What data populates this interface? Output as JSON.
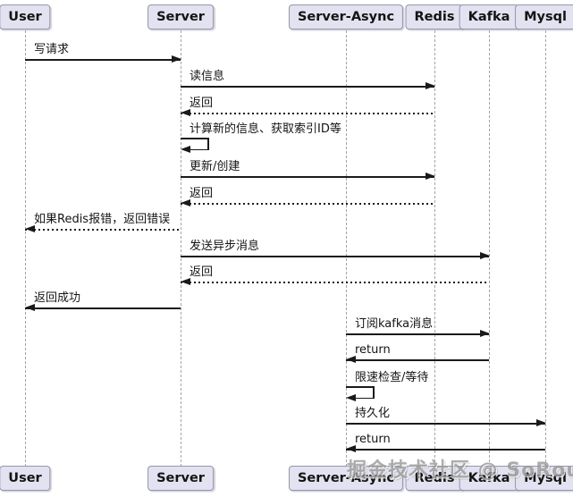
{
  "diagram": {
    "type": "sequence",
    "participants": [
      {
        "label": "User"
      },
      {
        "label": "Server"
      },
      {
        "label": "Server-Async"
      },
      {
        "label": "Redis"
      },
      {
        "label": "Kafka"
      },
      {
        "label": "Mysql"
      }
    ],
    "messages": [
      {
        "label": "写请求",
        "from": "User",
        "to": "Server",
        "style": "solid"
      },
      {
        "label": "读信息",
        "from": "Server",
        "to": "Redis",
        "style": "solid"
      },
      {
        "label": "返回",
        "from": "Redis",
        "to": "Server",
        "style": "dashed"
      },
      {
        "label": "计算新的信息、获取索引ID等",
        "from": "Server",
        "to": "Server",
        "style": "self"
      },
      {
        "label": "更新/创建",
        "from": "Server",
        "to": "Redis",
        "style": "solid"
      },
      {
        "label": "返回",
        "from": "Redis",
        "to": "Server",
        "style": "dashed"
      },
      {
        "label": "如果Redis报错，返回错误",
        "from": "Server",
        "to": "User",
        "style": "dashed"
      },
      {
        "label": "发送异步消息",
        "from": "Server",
        "to": "Kafka",
        "style": "solid"
      },
      {
        "label": "返回",
        "from": "Kafka",
        "to": "Server",
        "style": "dashed"
      },
      {
        "label": "返回成功",
        "from": "Server",
        "to": "User",
        "style": "solid"
      },
      {
        "label": "订阅kafka消息",
        "from": "Server-Async",
        "to": "Kafka",
        "style": "solid"
      },
      {
        "label": "return",
        "from": "Kafka",
        "to": "Server-Async",
        "style": "solid"
      },
      {
        "label": "限速检查/等待",
        "from": "Server-Async",
        "to": "Server-Async",
        "style": "self"
      },
      {
        "label": "持久化",
        "from": "Server-Async",
        "to": "Mysql",
        "style": "solid"
      },
      {
        "label": "return",
        "from": "Mysql",
        "to": "Server-Async",
        "style": "solid"
      }
    ],
    "colors": {
      "participant_fill": "#E2E2F0",
      "participant_border": "#9595AD",
      "message_line": "#1A1A1A",
      "lifeline": "#A4A4A4"
    }
  },
  "watermark": {
    "text": "掘金技术社区 @ SoRound"
  }
}
